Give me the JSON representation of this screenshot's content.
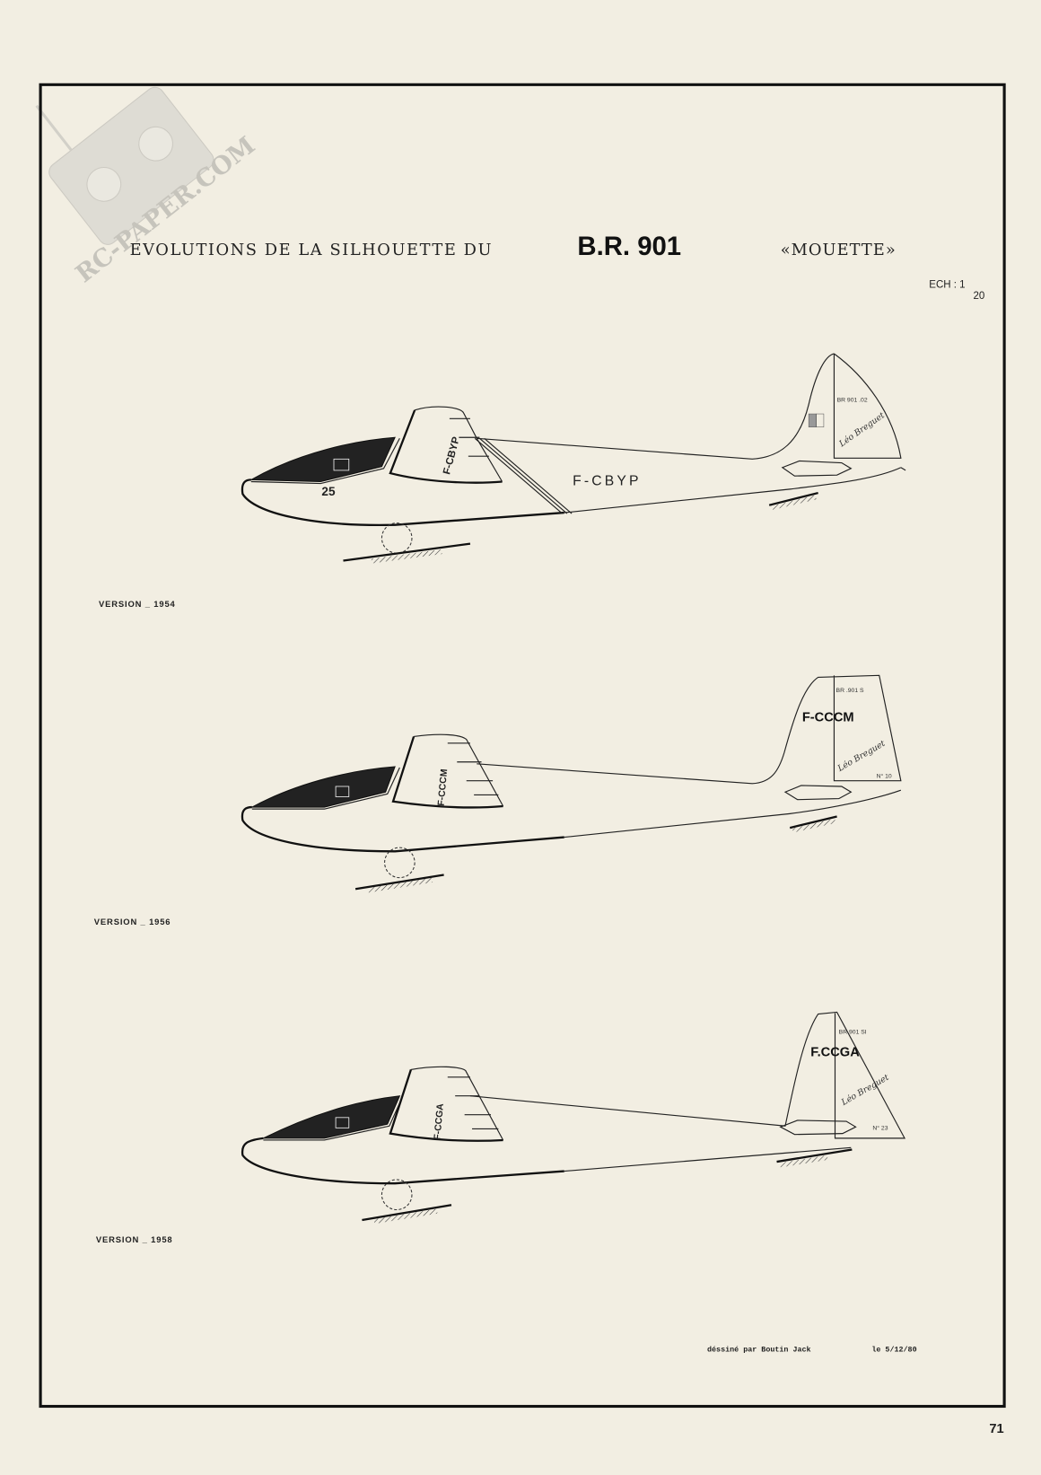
{
  "watermark": {
    "text": "RC-PAPER.COM"
  },
  "title": {
    "prefix": "EVOLUTIONS DE LA SILHOUETTE DU",
    "model": "B.R. 901",
    "name": "«MOUETTE»"
  },
  "scale": {
    "label": "ECH : 1",
    "denominator": "20"
  },
  "versions": [
    {
      "label": "VERSION _ 1954",
      "registration": "F-CBYP",
      "wing_registration": "F-CBYP",
      "contest_number": "25",
      "fin_type": "BR 901 .02",
      "signature": "Léo Breguet"
    },
    {
      "label": "VERSION _ 1956",
      "registration": "F-CCCM",
      "wing_registration": "F-CCCM",
      "fin_type": "BR .901 S",
      "fin_number": "N° 10",
      "signature": "Léo Breguet"
    },
    {
      "label": "VERSION _ 1958",
      "registration": "F.CCGA",
      "wing_registration": "F-CCGA",
      "fin_type": "BR 901 SI",
      "fin_number": "N° 23",
      "signature": "Léo Breguet"
    }
  ],
  "footer": {
    "credit": "déssiné par Boutin Jack",
    "date": "le 5/12/80"
  },
  "page_number": "71"
}
